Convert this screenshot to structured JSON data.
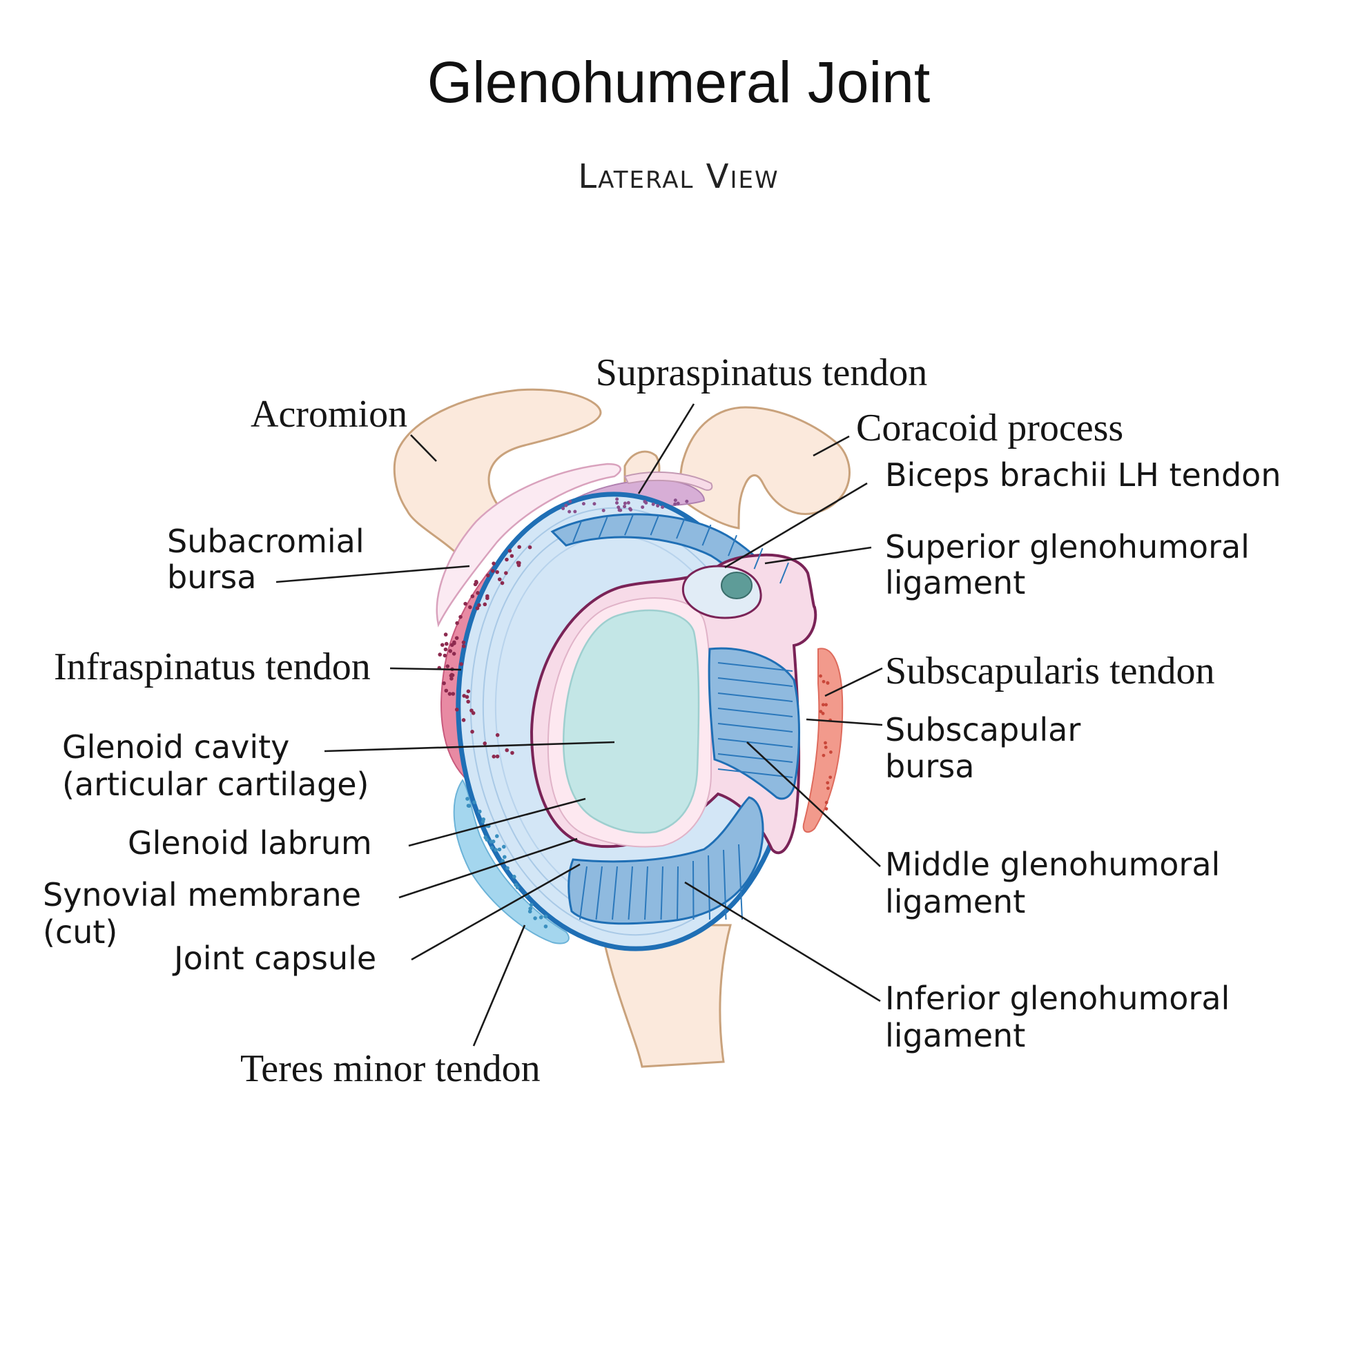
{
  "title": "Glenohumeral Joint",
  "subtitle": "Lateral View",
  "labels": {
    "supraspinatus": "Supraspinatus tendon",
    "acromion": "Acromion",
    "coracoid": "Coracoid process",
    "biceps": "Biceps brachii LH tendon",
    "superior_gh_1": "Superior glenohumoral",
    "superior_gh_2": "ligament",
    "subacromial_1": "Subacromial",
    "subacromial_2": "bursa",
    "infraspinatus": "Infraspinatus tendon",
    "subscapularis": "Subscapularis tendon",
    "subscapular_bursa_1": "Subscapular",
    "subscapular_bursa_2": "bursa",
    "glenoid_cavity_1": "Glenoid cavity",
    "glenoid_cavity_2": "(articular cartilage)",
    "glenoid_labrum": "Glenoid labrum",
    "synovial_1": "Synovial membrane",
    "synovial_2": "(cut)",
    "middle_gh_1": "Middle glenohumoral",
    "middle_gh_2": "ligament",
    "joint_capsule": "Joint capsule",
    "inferior_gh_1": "Inferior glenohumoral",
    "inferior_gh_2": "ligament",
    "teres_minor": "Teres minor tendon"
  },
  "colors": {
    "bone": "#fbe9dc",
    "bone_outline": "#c9a27c",
    "capsule_fill": "#d3e6f6",
    "capsule_outline": "#1f6fb5",
    "ligament": "#8fbadf",
    "labrum": "#f7dbe8",
    "labrum_outline": "#7a2357",
    "cartilage": "#c3e6e6",
    "infraspinatus": "#e88aa3",
    "supraspinatus": "#d7aed6",
    "subscapularis": "#f29a8c",
    "teres_minor": "#a4d6ee",
    "biceps": "#5e9c98"
  }
}
